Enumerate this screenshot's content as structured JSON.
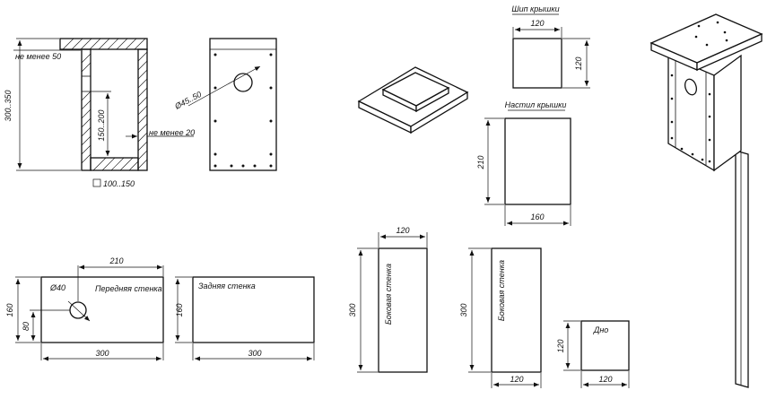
{
  "section_view": {
    "dim_min_50": "не менее 50",
    "dim_height_total": "300..350",
    "dim_hole_height": "150..200",
    "dim_min_20": "не менее 20",
    "dim_floor_square": "100..150"
  },
  "back_view": {
    "hole_label": "Ø45..50"
  },
  "front_wall": {
    "title": "Передняя стенка",
    "hole_label": "Ø40",
    "dim_width": "300",
    "dim_height": "160",
    "dim_hole_offset_x": "210",
    "dim_hole_offset_y": "80"
  },
  "back_wall": {
    "title": "Задняя стенка",
    "dim_width": "300",
    "dim_height": "160"
  },
  "lid_top": {
    "title": "Шип крышки",
    "dim_width": "120",
    "dim_height": "120"
  },
  "lid_deck": {
    "title": "Настил крышки",
    "dim_width": "160",
    "dim_height": "210"
  },
  "side_wall_1": {
    "title": "Боковая стенка",
    "dim_width": "120",
    "dim_height": "300"
  },
  "side_wall_2": {
    "title": "Боковая стенка",
    "dim_width": "120",
    "dim_height": "300"
  },
  "bottom": {
    "title": "Дно",
    "dim_width": "120",
    "dim_height": "120"
  }
}
